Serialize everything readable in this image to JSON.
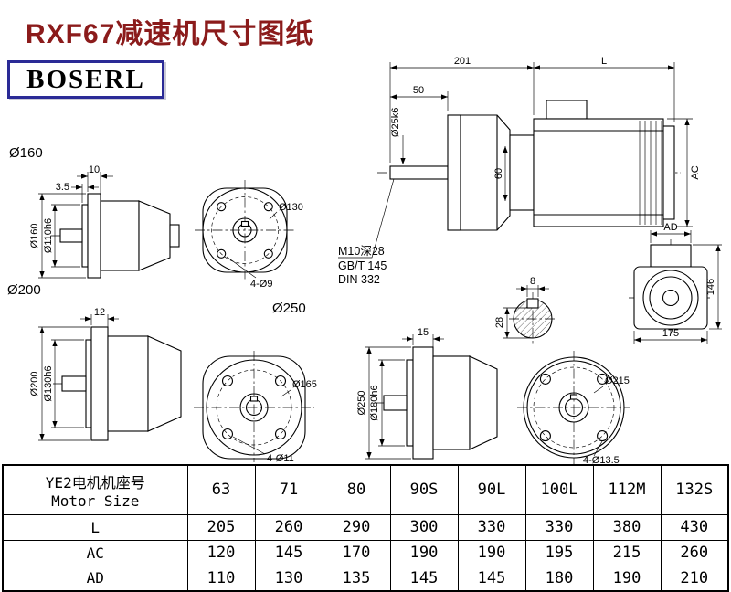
{
  "page": {
    "title": "RXF67减速机尺寸图纸",
    "brand": "BOSERL",
    "colors": {
      "title": "#8B1B1B",
      "brand_border": "#2A2A96",
      "line": "#000000",
      "background": "#FFFFFF"
    }
  },
  "sections": {
    "s160": "Ø160",
    "s200": "Ø200",
    "s250": "Ø250"
  },
  "assembly_view": {
    "dim_201": "201",
    "dim_length": "L",
    "dim_50": "50",
    "dim_shaft": "Ø25k6",
    "dim_60": "60",
    "dim_ac": "AC",
    "note_thread": "M10深28",
    "note_gb": "GB/T 145",
    "note_din": "DIN 332"
  },
  "view160_side": {
    "dim_flange_width": "10",
    "dim_spigot_depth": "3.5",
    "dim_flange_od": "Ø160",
    "dim_spigot": "Ø110h6"
  },
  "view160_front": {
    "dim_bolt_circle": "Ø130",
    "dim_holes": "4-Ø9"
  },
  "shaft_section": {
    "dim_key_width": "8",
    "dim_key_height": "28"
  },
  "output_view": {
    "dim_ad": "AD",
    "dim_height": "146",
    "dim_width": "175"
  },
  "view200_side": {
    "dim_flange_width": "12",
    "dim_flange_od": "Ø200",
    "dim_spigot": "Ø130h6"
  },
  "view200_front": {
    "dim_bolt_circle": "Ø165",
    "dim_holes": "4-Ø11"
  },
  "view250_side": {
    "dim_flange_width": "15",
    "dim_flange_od": "Ø250",
    "dim_spigot": "Ø180h6"
  },
  "view250_front": {
    "dim_bolt_circle": "Ø215",
    "dim_holes": "4-Ø13.5"
  },
  "table": {
    "header_cn": "YE2电机机座号",
    "header_en": "Motor Size",
    "motor_sizes": [
      "63",
      "71",
      "80",
      "90S",
      "90L",
      "100L",
      "112M",
      "132S"
    ],
    "rows": [
      {
        "label": "L",
        "values": [
          "205",
          "260",
          "290",
          "300",
          "330",
          "330",
          "380",
          "430"
        ]
      },
      {
        "label": "AC",
        "values": [
          "120",
          "145",
          "170",
          "190",
          "190",
          "195",
          "215",
          "260"
        ]
      },
      {
        "label": "AD",
        "values": [
          "110",
          "130",
          "135",
          "145",
          "145",
          "180",
          "190",
          "210"
        ]
      }
    ]
  }
}
